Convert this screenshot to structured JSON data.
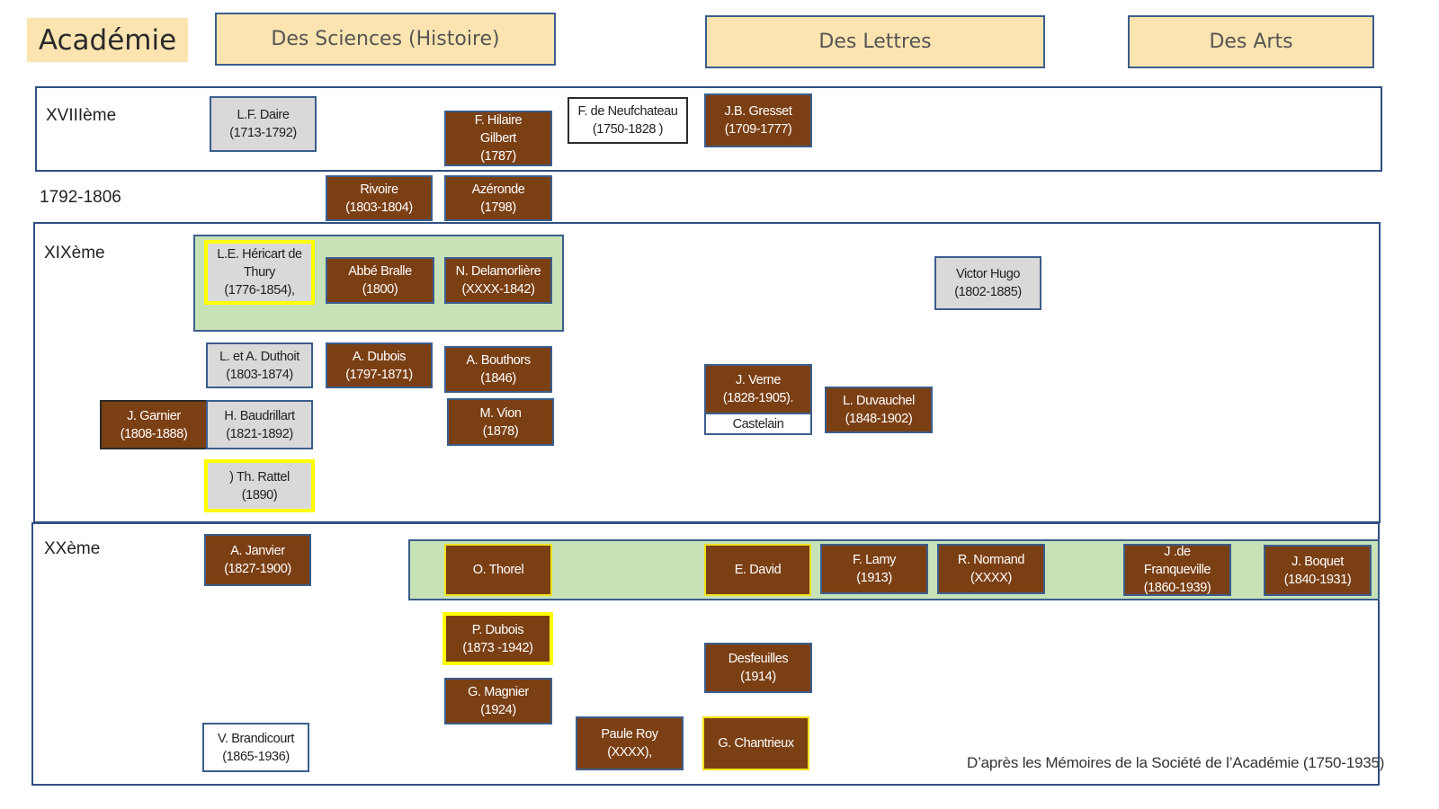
{
  "title": "Académie",
  "headers": {
    "sciences": "Des Sciences (Histoire)",
    "lettres": "Des Lettres",
    "arts": "Des Arts"
  },
  "eras": {
    "xviii": "XVIIIème",
    "rev": "1792-1806",
    "xix": "XIXème",
    "xx": "XXème"
  },
  "people": {
    "daire": [
      "L.F. Daire",
      "(1713-1792)"
    ],
    "hilaire": [
      "F. Hilaire",
      "Gilbert",
      "(1787)"
    ],
    "neufchateau": [
      "F. de Neufchateau",
      "(1750-1828 )"
    ],
    "gresset": [
      "J.B. Gresset",
      "(1709-1777)"
    ],
    "rivoire": [
      "Rivoire",
      "(1803-1804)"
    ],
    "azeronde": [
      "Azéronde",
      "(1798)"
    ],
    "hericart": [
      "L.E. Héricart de",
      "Thury",
      "(1776-1854),"
    ],
    "bralle": [
      "Abbé Bralle",
      "(1800)"
    ],
    "delamorliere": [
      "N. Delamorlière",
      "(XXXX-1842)"
    ],
    "hugo": [
      "Victor Hugo",
      "(1802-1885)"
    ],
    "duthoit": [
      "L. et  A. Duthoit",
      "(1803-1874)"
    ],
    "adubois": [
      "A. Dubois",
      "(1797-1871)"
    ],
    "bouthors": [
      "A. Bouthors",
      "(1846)"
    ],
    "verne": [
      "J. Verne",
      "(1828-1905)."
    ],
    "castelain": [
      "Castelain"
    ],
    "duvauchel": [
      "L. Duvauchel",
      "(1848-1902)"
    ],
    "garnier": [
      "J. Garnier",
      "(1808-1888)"
    ],
    "baudrillart": [
      "H. Baudrillart",
      "(1821-1892)"
    ],
    "vion": [
      "M. Vion",
      "(1878)"
    ],
    "rattel": [
      ") Th. Rattel",
      "(1890)"
    ],
    "janvier": [
      "A. Janvier",
      "(1827-1900)"
    ],
    "thorel": [
      "O. Thorel"
    ],
    "david": [
      "E. David"
    ],
    "lamy": [
      "F. Lamy",
      "(1913)"
    ],
    "normand": [
      "R. Normand",
      "(XXXX)"
    ],
    "franqueville": [
      "J .de",
      "Franqueville",
      "(1860-1939)"
    ],
    "boquet": [
      "J. Boquet",
      "(1840-1931)"
    ],
    "pdubois": [
      "P. Dubois",
      "(1873 -1942)"
    ],
    "desfeuilles": [
      "Desfeuilles",
      "(1914)"
    ],
    "magnier": [
      "G. Magnier",
      "(1924)"
    ],
    "paule": [
      "Paule Roy",
      "(XXXX),"
    ],
    "chantrieux": [
      "G. Chantrieux"
    ],
    "brandicourt": [
      "V. Brandicourt",
      "(1865-1936)"
    ]
  },
  "caption": "D’après les Mémoires de la Société de l’Académie (1750-1935)",
  "colors": {
    "header_fill": "#fce4b0",
    "band_green": "#c8e2b8",
    "box_brown": "#7b3f14",
    "box_grey": "#d9d9d9",
    "frame_blue": "#2f4f82",
    "highlight_yellow": "#ffff00"
  }
}
